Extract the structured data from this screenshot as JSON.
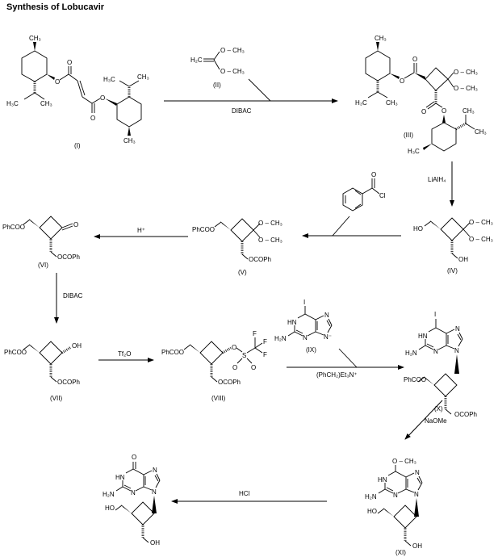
{
  "title": "Synthesis of Lobucavir",
  "compounds": {
    "I": {
      "label": "(I)",
      "ch3": "CH₃",
      "h3c": "H₃C",
      "o": "O"
    },
    "II": {
      "label": "(II)",
      "h2c": "H₂C",
      "och3": "O – CH₃"
    },
    "III": {
      "label": "(III)",
      "ch3": "CH₃",
      "h3c": "H₃C",
      "o": "O",
      "och3": "O – CH₃"
    },
    "IV": {
      "label": "(IV)",
      "ho": "HO",
      "oh": "OH",
      "och3": "O – CH₃"
    },
    "V": {
      "label": "(V)",
      "phcoo": "PhCOO",
      "ocoph": "OCOPh",
      "och3": "O – CH₃"
    },
    "VI": {
      "label": "(VI)",
      "phcoo": "PhCOO",
      "ocoph": "OCOPh",
      "o": "O"
    },
    "VII": {
      "label": "(VII)",
      "phcoo": "PhCOO",
      "ocoph": "OCOPh",
      "oh": "OH"
    },
    "VIII": {
      "label": "(VIII)",
      "phcoo": "PhCOO",
      "ocoph": "OCOPh",
      "o": "O",
      "s": "S",
      "f": "F"
    },
    "IX": {
      "label": "(IX)",
      "i": "I",
      "hn": "HN",
      "n": "N",
      "nminus": "N⁻",
      "h2n": "H₂N"
    },
    "X": {
      "label": "(X)",
      "i": "I",
      "hn": "HN",
      "n": "N",
      "h2n": "H₂N",
      "phcoo": "PhCOO",
      "ocoph": "OCOPh"
    },
    "XI": {
      "label": "(XI)",
      "och3": "O – CH₃",
      "hn": "HN",
      "n": "N",
      "h2n": "H₂N",
      "ho": "HO",
      "oh": "OH"
    },
    "lobucavir": {
      "o": "O",
      "hn": "HN",
      "n": "N",
      "h2n": "H₂N",
      "ho": "HO",
      "oh": "OH"
    },
    "benzoyl_chloride": {
      "o": "O",
      "cl": "Cl"
    }
  },
  "reagents": {
    "step1": "DIBAC",
    "step2": "LiAlH₄",
    "step4": "H⁺",
    "step5": "DIBAC",
    "step6": "Tf₂O",
    "step7": "(PhCH₂)Et₃N⁺",
    "step8": "NaOMe",
    "step9": "HCl"
  }
}
